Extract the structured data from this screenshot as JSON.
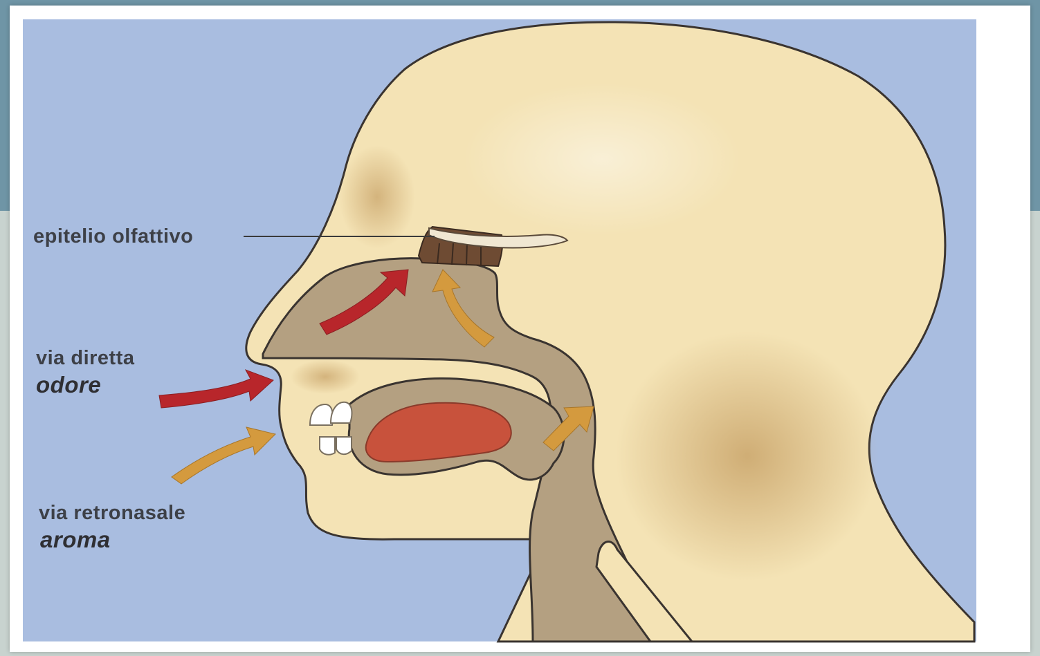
{
  "labels": {
    "olfactory_epithelium": "epitelio olfattivo",
    "direct_route": "via diretta",
    "direct_term": "odore",
    "retronasal_route": "via retronasale",
    "retronasal_term": "aroma"
  },
  "colors": {
    "background_blue": "#a9bde0",
    "skin": "#f4e3b5",
    "cavity": "#b4a081",
    "tongue": "#c8523c",
    "direct_arrow": "#b8262b",
    "retronasal_arrow": "#d49a3e",
    "epithelium": "#6e4b33"
  }
}
